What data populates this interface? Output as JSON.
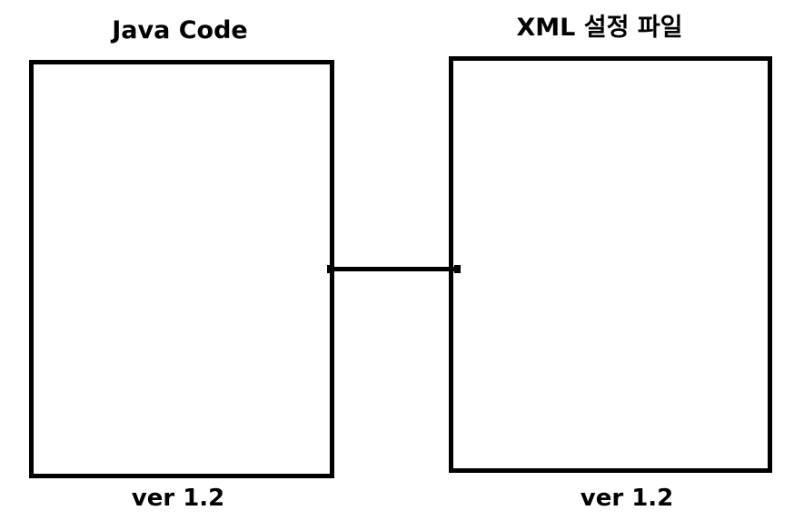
{
  "diagram": {
    "background_color": "#ffffff",
    "stroke_color": "#000000",
    "nodes": [
      {
        "id": "java-code",
        "title": "Java Code",
        "version_label": "ver 1.2",
        "fill": "#ffffff"
      },
      {
        "id": "xml-config",
        "title": "XML 설정 파일",
        "version_label": "ver 1.2",
        "fill": "#ffffff"
      }
    ],
    "connector": {
      "from": "java-code",
      "to": "xml-config",
      "style": "solid-line",
      "endpoint_marker": "dot"
    }
  }
}
